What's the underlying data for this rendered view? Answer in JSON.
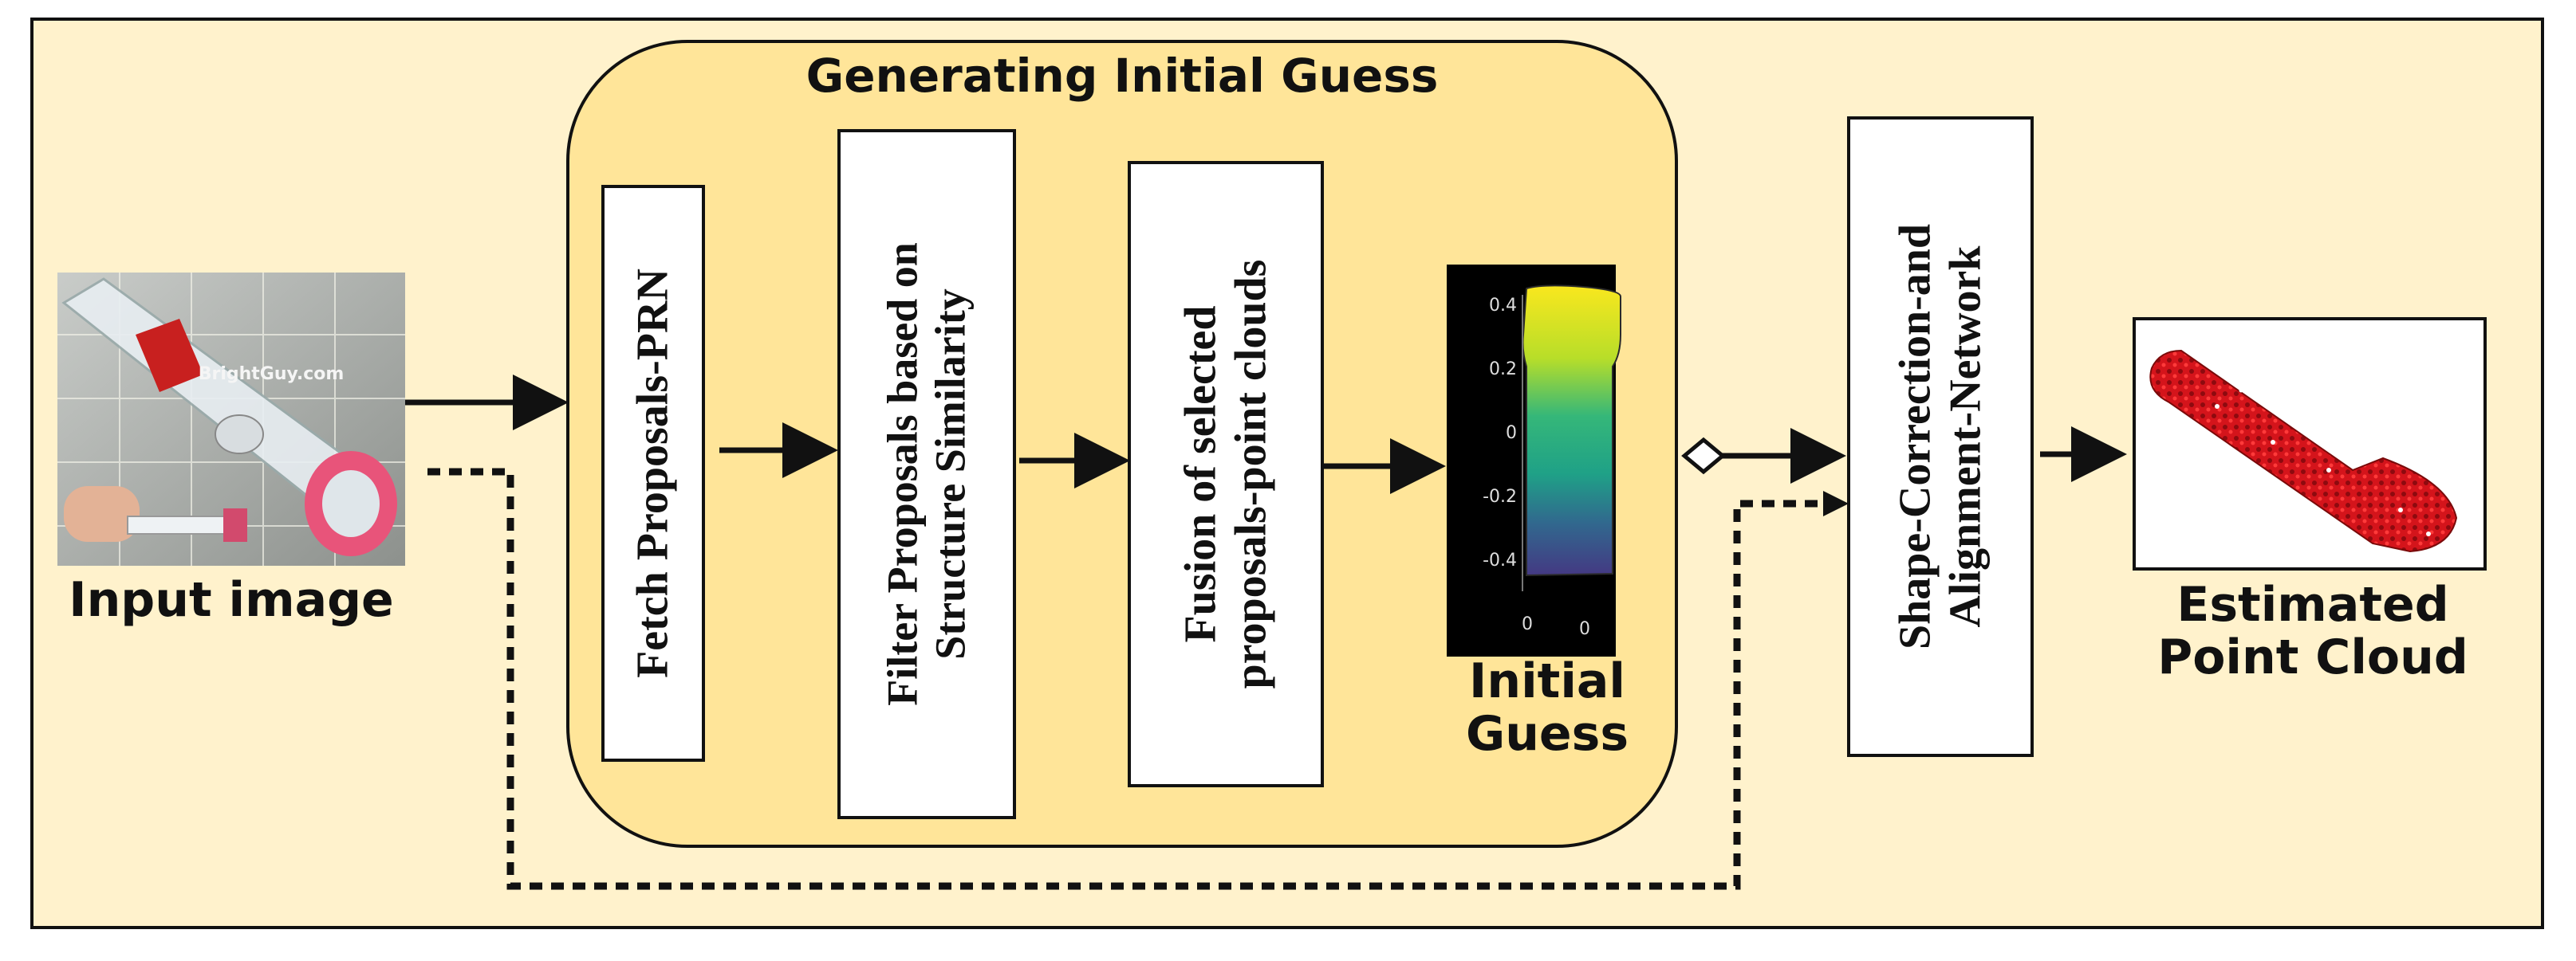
{
  "group_title": "Generating Initial Guess",
  "input_label": "Input image",
  "input_watermark": "BrightGuy.com",
  "boxes": {
    "fetch": "Fetch Proposals-PRN",
    "filter_line1": "Filter Proposals based on",
    "filter_line2": "Structure Similarity",
    "fusion_line1": "Fusion of selected",
    "fusion_line2": "proposals-point clouds",
    "scan_line1": "Shape-Correction-and",
    "scan_line2": "Alignment-Network"
  },
  "initial_guess": {
    "label_line1": "Initial",
    "label_line2": "Guess",
    "y_ticks": [
      "0.4",
      "0.2",
      "0",
      "-0.2",
      "-0.4"
    ],
    "x_ticks": [
      "0",
      "0"
    ]
  },
  "output_label_line1": "Estimated",
  "output_label_line2": "Point Cloud",
  "colors": {
    "background": "#FFF2CC",
    "group_fill": "#FFE599",
    "stroke": "#111111"
  }
}
